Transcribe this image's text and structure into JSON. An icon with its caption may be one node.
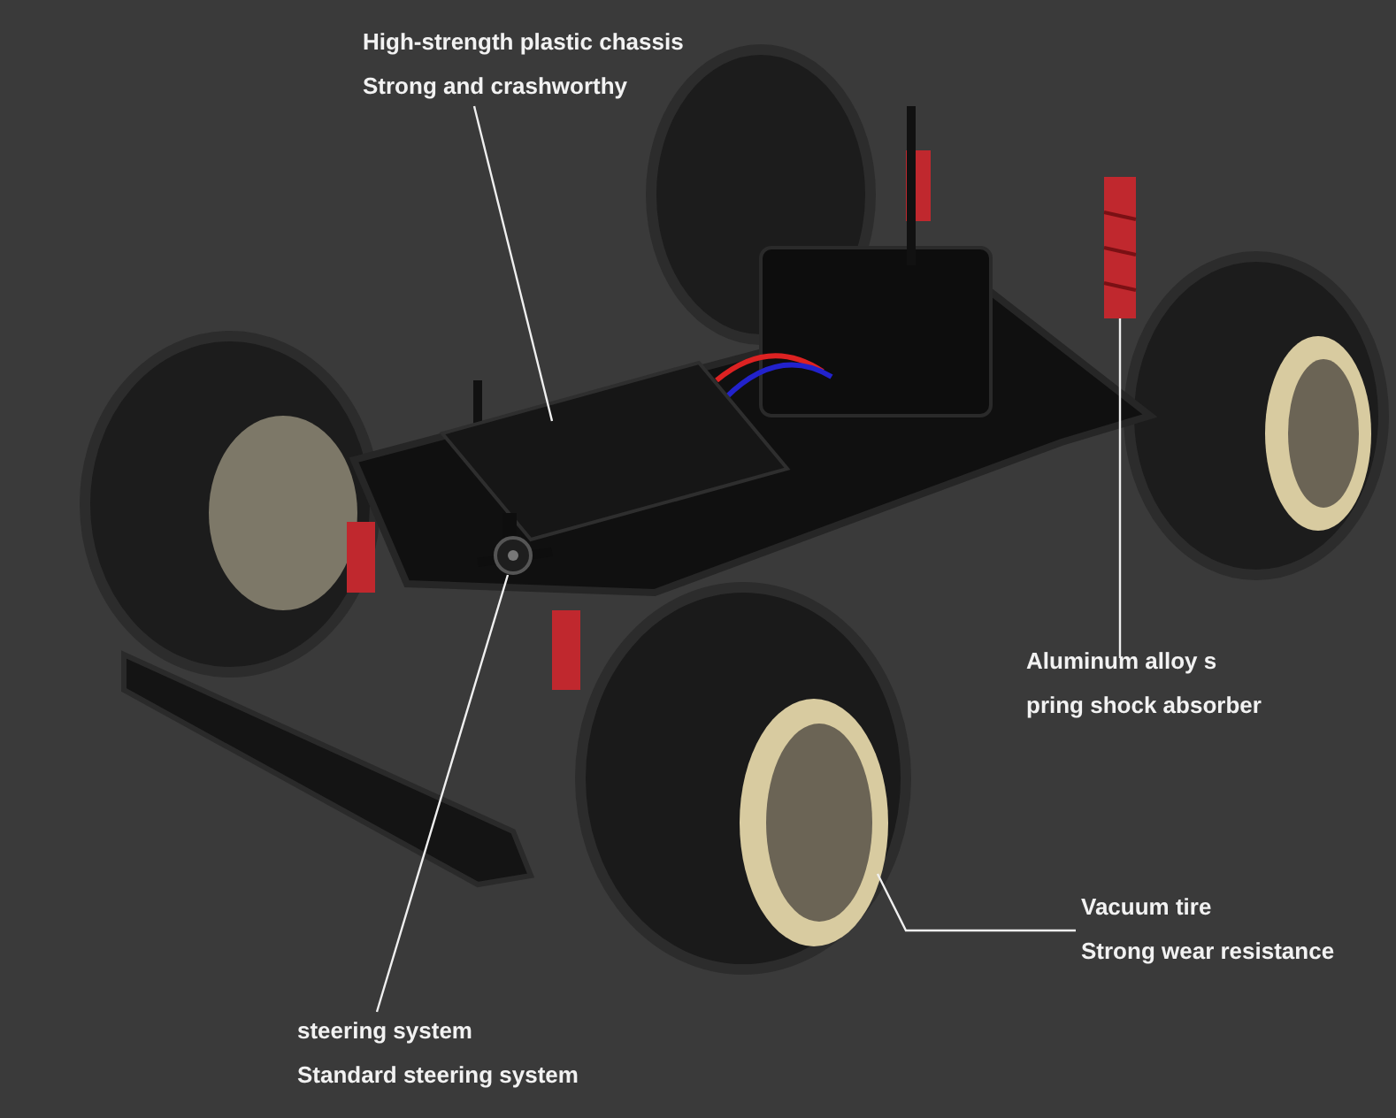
{
  "diagram": {
    "nodes": [
      {
        "text": [
          "High-strength plastic chassis",
          "Strong and crashworthy"
        ]
      },
      {
        "text": [],
        "shape": "picture"
      },
      {
        "text": [
          "Aluminum alloy s",
          "pring shock absorber"
        ]
      },
      {
        "text": [],
        "shape": "picture"
      },
      {
        "text": [
          "Vacuum tire",
          "Strong wear resistance"
        ]
      },
      {
        "text": [],
        "shape": "picture"
      },
      {
        "text": [
          "steering system",
          "Standard steering system"
        ]
      },
      {
        "text": [],
        "shape": "picture"
      }
    ],
    "edges": [
      {
        "from": 0,
        "to": 1,
        "arrow": "none"
      },
      {
        "from": 2,
        "to": 3,
        "arrow": "none"
      },
      {
        "from": 4,
        "to": 5,
        "arrow": "none"
      },
      {
        "from": 6,
        "to": 7,
        "arrow": "none"
      }
    ]
  }
}
